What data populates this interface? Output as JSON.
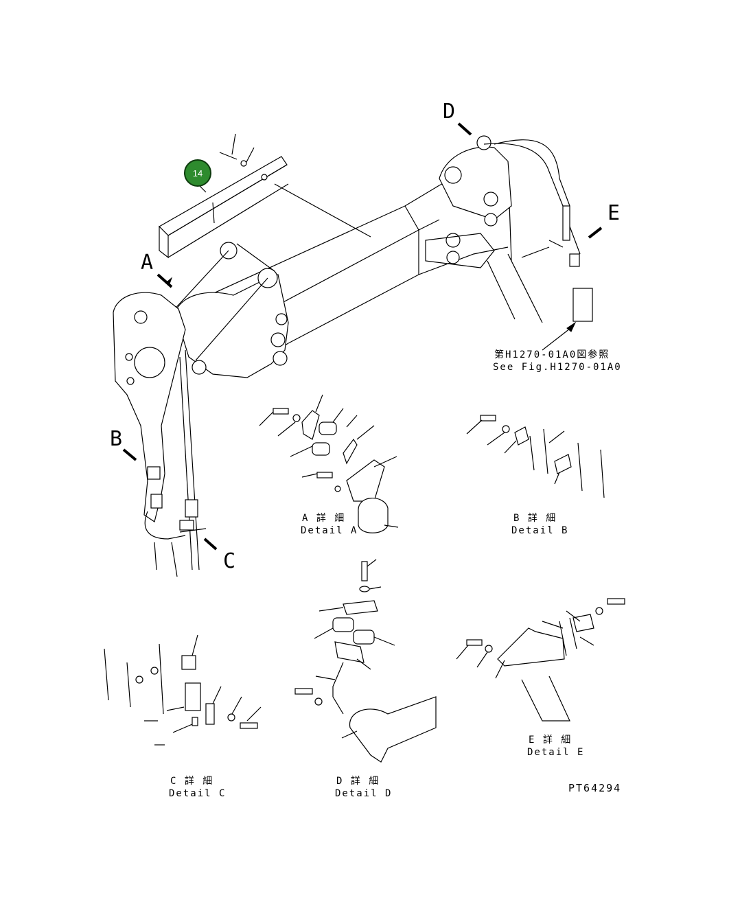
{
  "drawing": {
    "callout": {
      "number": "14",
      "color": "#2e8b2e"
    },
    "view_letters": {
      "a": "A",
      "b": "B",
      "c": "C",
      "d": "D",
      "e": "E"
    },
    "reference_note": {
      "jp": "第H1270-01A0図参照",
      "en": "See Fig.H1270-01A0"
    },
    "details": {
      "a": {
        "jp": "A 詳 細",
        "en": "Detail A"
      },
      "b": {
        "jp": "B 詳 細",
        "en": "Detail B"
      },
      "c": {
        "jp": "C 詳 細",
        "en": "Detail C"
      },
      "d": {
        "jp": "D 詳 細",
        "en": "Detail D"
      },
      "e": {
        "jp": "E 詳 細",
        "en": "Detail E"
      }
    },
    "drawing_number": "PT64294"
  }
}
